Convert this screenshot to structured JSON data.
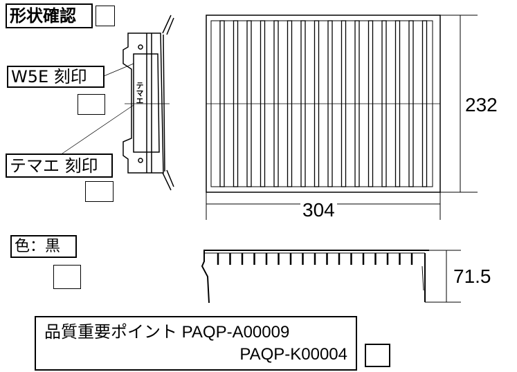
{
  "labels": {
    "shape_check": "形状確認",
    "w5e_mark": "W5E 刻印",
    "temae_mark": "テマエ 刻印",
    "color": "色：黒",
    "quality_title": "品質重要ポイント PAQP-A00009",
    "quality_code2": "PAQP-K00004"
  },
  "bracket_text": "テマエ",
  "dimensions": {
    "height": "232",
    "width": "304",
    "depth": "71.5"
  }
}
